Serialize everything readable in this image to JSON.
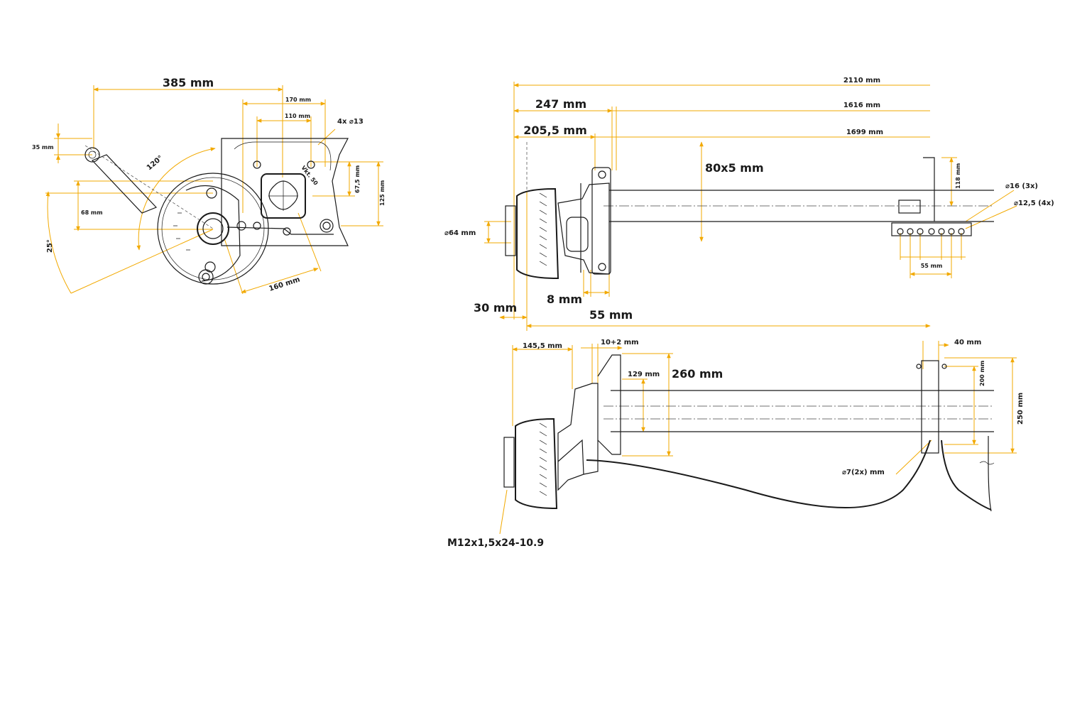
{
  "accent_color": "#f2a900",
  "line_color": "#1a1a1a",
  "side_view": {
    "dims": {
      "width_385": "385 mm",
      "w_170": "170 mm",
      "w_110": "110 mm",
      "holes": "4x ⌀13",
      "h_35": "35 mm",
      "h_68": "68 mm",
      "h_67_5": "67,5 mm",
      "h_125": "125 mm",
      "angle_120": "120°",
      "angle_25": "25°",
      "len_160": "160 mm",
      "square_label": "Vkt. 50"
    }
  },
  "front_view": {
    "dims": {
      "total_2110": "2110 mm",
      "d_1616": "1616 mm",
      "d_1699": "1699 mm",
      "d_247": "247 mm",
      "d_205_5": "205,5 mm",
      "tube": "80x5 mm",
      "hub_64": "⌀64 mm",
      "off_30": "30 mm",
      "w_8": "8 mm",
      "w_55_hub": "55 mm",
      "h_118": "118 mm",
      "holes_16": "⌀16 (3x)",
      "holes_12_5": "⌀12,5 (4x)",
      "pitch_55": "55 mm"
    }
  },
  "bottom_view": {
    "dims": {
      "d_145_5": "145,5 mm",
      "d_10_2": "10+2 mm",
      "d_129": "129 mm",
      "d_260": "260 mm",
      "d_40": "40 mm",
      "d_200": "200 mm",
      "d_250": "250 mm",
      "holes_7": "⌀7(2x) mm",
      "bolt": "M12x1,5x24-10.9"
    }
  }
}
